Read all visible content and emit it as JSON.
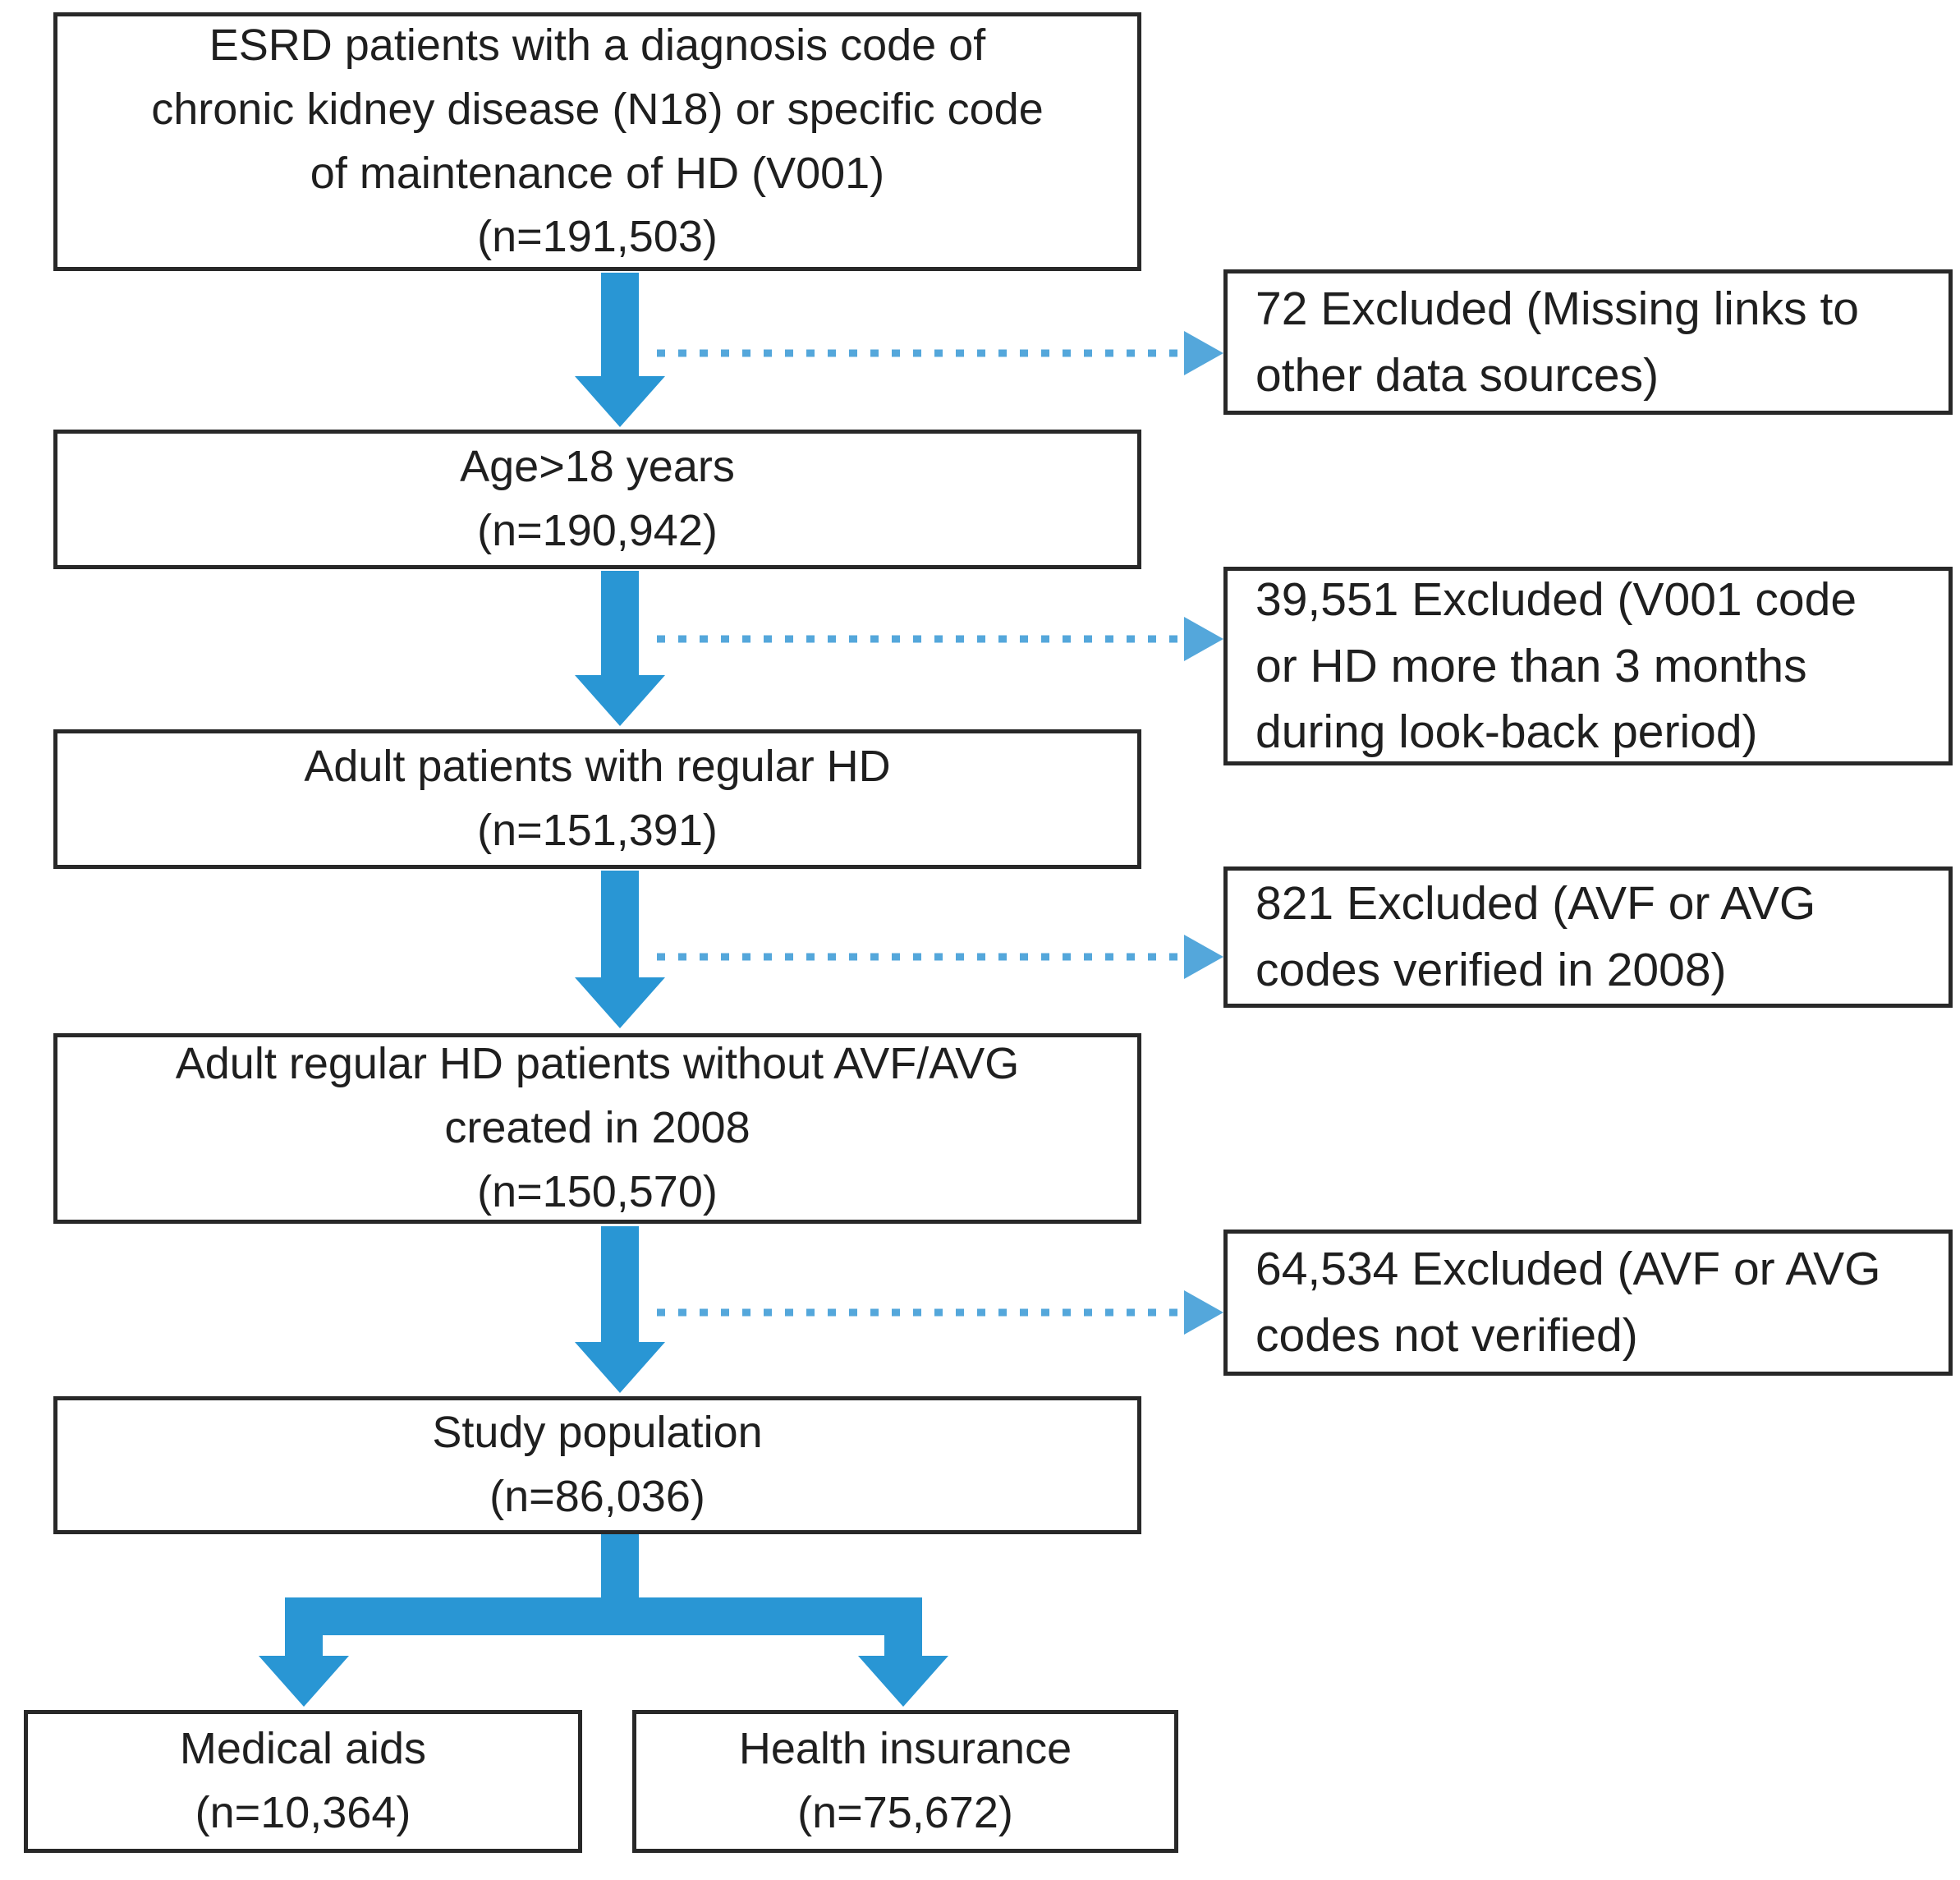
{
  "colors": {
    "arrow_blue": "#2996D4",
    "dashed_blue": "#54A7DB",
    "box_border": "#282828",
    "text_color": "#1f1f1f"
  },
  "flowchart": {
    "main_boxes": [
      {
        "label": "ESRD patients with a diagnosis code of\nchronic kidney disease (N18) or specific code\nof maintenance of HD (V001)",
        "n": "(n=191,503)"
      },
      {
        "label": "Age>18 years",
        "n": "(n=190,942)"
      },
      {
        "label": "Adult patients with regular HD",
        "n": "(n=151,391)"
      },
      {
        "label": "Adult regular HD patients without AVF/AVG\ncreated in 2008",
        "n": "(n=150,570)"
      },
      {
        "label": "Study population",
        "n": "(n=86,036)"
      }
    ],
    "exclusion_boxes": [
      {
        "label": "72 Excluded (Missing links to\nother data sources)"
      },
      {
        "label": "39,551 Excluded (V001 code\nor HD more than 3 months\nduring look-back period)"
      },
      {
        "label": "821 Excluded (AVF or AVG\ncodes verified in 2008)"
      },
      {
        "label": "64,534 Excluded (AVF or AVG\ncodes not verified)"
      }
    ],
    "final_boxes": [
      {
        "label": "Medical aids",
        "n": "(n=10,364)"
      },
      {
        "label": "Health insurance",
        "n": "(n=75,672)"
      }
    ]
  }
}
